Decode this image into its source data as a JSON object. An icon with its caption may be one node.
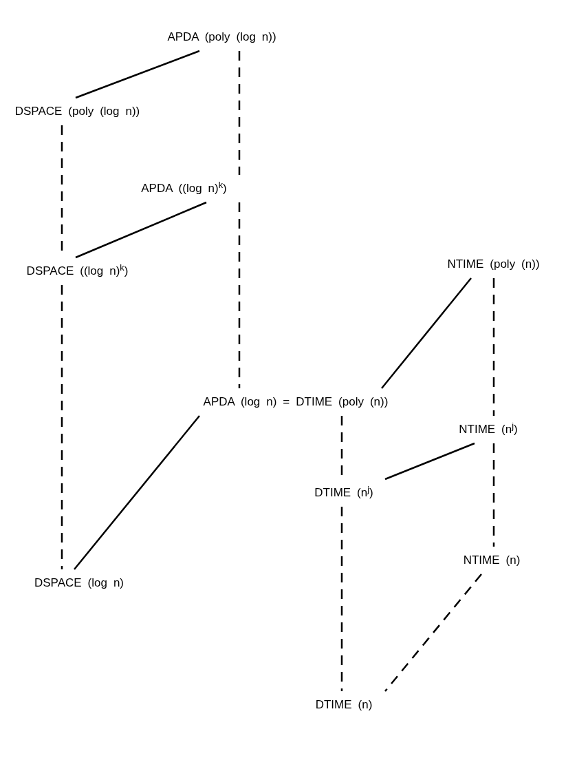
{
  "diagram": {
    "nodes": [
      {
        "text": [
          "APDA (poly (log n))"
        ]
      },
      {
        "text": [
          "DSPACE (poly (log n))"
        ]
      },
      {
        "text": [
          "APDA ((log n)$^{k}$)"
        ]
      },
      {
        "text": [
          "NTIME (poly (n))"
        ]
      },
      {
        "text": [
          "DSPACE ((log n)$^{k}$)"
        ]
      },
      {
        "text": [
          "APDA (log n) = DTIME (poly (n))"
        ]
      },
      {
        "text": [
          "NTIME (n$^{j}$)"
        ]
      },
      {
        "text": [
          "DTIME (n$^{j}$)"
        ]
      },
      {
        "text": [
          "NTIME (n)"
        ]
      },
      {
        "text": [
          "DSPACE (log n)"
        ]
      },
      {
        "text": [
          "DTIME (n)"
        ]
      }
    ],
    "edges": [
      {
        "from": 0,
        "to": 1,
        "arrow": "none"
      },
      {
        "from": 0,
        "to": 2,
        "arrow": "none",
        "style": "dashed"
      },
      {
        "from": 1,
        "to": 4,
        "arrow": "none",
        "style": "dashed"
      },
      {
        "from": 2,
        "to": 4,
        "arrow": "none"
      },
      {
        "from": 2,
        "to": 5,
        "arrow": "none",
        "style": "dashed"
      },
      {
        "from": 4,
        "to": 9,
        "arrow": "none",
        "style": "dashed"
      },
      {
        "from": 5,
        "to": 9,
        "arrow": "none"
      },
      {
        "from": 3,
        "to": 5,
        "arrow": "none"
      },
      {
        "from": 5,
        "to": 7,
        "arrow": "none",
        "style": "dashed"
      },
      {
        "from": 3,
        "to": 6,
        "arrow": "none",
        "style": "dashed"
      },
      {
        "from": 6,
        "to": 7,
        "arrow": "none"
      },
      {
        "from": 7,
        "to": 10,
        "arrow": "none",
        "style": "dashed"
      },
      {
        "from": 6,
        "to": 8,
        "arrow": "none",
        "style": "dashed"
      },
      {
        "from": 8,
        "to": 10,
        "arrow": "none",
        "style": "dashed"
      }
    ]
  }
}
